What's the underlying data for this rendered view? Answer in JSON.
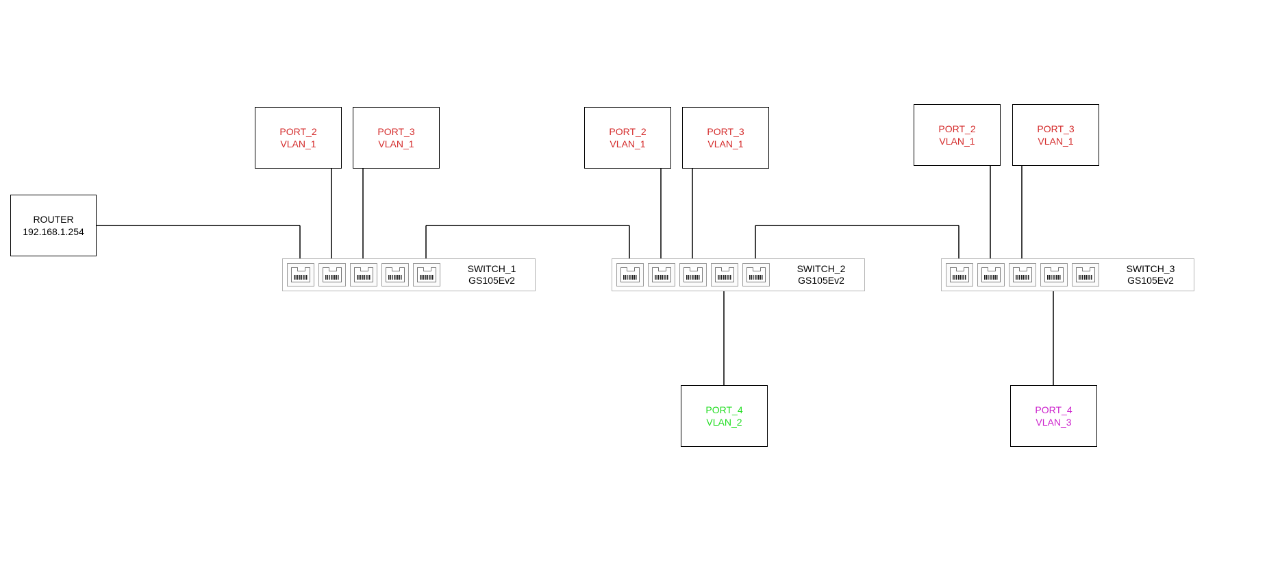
{
  "router": {
    "name": "ROUTER",
    "ip": "192.168.1.254"
  },
  "switches": [
    {
      "name": "SWITCH_1",
      "model": "GS105Ev2"
    },
    {
      "name": "SWITCH_2",
      "model": "GS105Ev2"
    },
    {
      "name": "SWITCH_3",
      "model": "GS105Ev2"
    }
  ],
  "devices": {
    "sw1_port2": {
      "port": "PORT_2",
      "vlan": "VLAN_1"
    },
    "sw1_port3": {
      "port": "PORT_3",
      "vlan": "VLAN_1"
    },
    "sw2_port2": {
      "port": "PORT_2",
      "vlan": "VLAN_1"
    },
    "sw2_port3": {
      "port": "PORT_3",
      "vlan": "VLAN_1"
    },
    "sw2_port4": {
      "port": "PORT_4",
      "vlan": "VLAN_2"
    },
    "sw3_port2": {
      "port": "PORT_2",
      "vlan": "VLAN_1"
    },
    "sw3_port3": {
      "port": "PORT_3",
      "vlan": "VLAN_1"
    },
    "sw3_port4": {
      "port": "PORT_4",
      "vlan": "VLAN_3"
    }
  },
  "colors": {
    "vlan_1": "#d42a2a",
    "vlan_2": "#22dd22",
    "vlan_3": "#cc22cc",
    "line": "#000000",
    "switch_border": "#b5b5b5"
  },
  "icons": {
    "port": "rj45-port-icon"
  }
}
